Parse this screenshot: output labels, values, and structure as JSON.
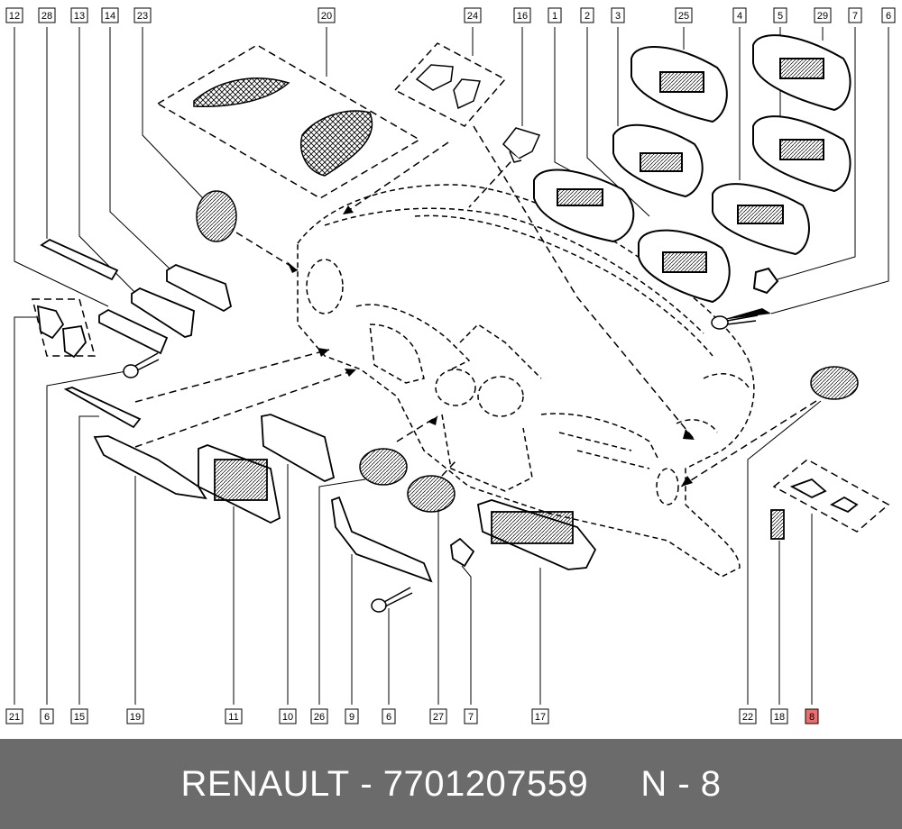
{
  "footer": {
    "brand": "RENAULT",
    "separator": " - ",
    "part_number": "7701207559",
    "position_label": "N - 8"
  },
  "highlight_color": "#f26b6b",
  "callouts": [
    {
      "id": "c12",
      "label": "12"
    },
    {
      "id": "c28",
      "label": "28"
    },
    {
      "id": "c13",
      "label": "13"
    },
    {
      "id": "c14",
      "label": "14"
    },
    {
      "id": "c23",
      "label": "23"
    },
    {
      "id": "c20",
      "label": "20"
    },
    {
      "id": "c24",
      "label": "24"
    },
    {
      "id": "c16",
      "label": "16"
    },
    {
      "id": "c1",
      "label": "1"
    },
    {
      "id": "c2",
      "label": "2"
    },
    {
      "id": "c3",
      "label": "3"
    },
    {
      "id": "c25",
      "label": "25"
    },
    {
      "id": "c4",
      "label": "4"
    },
    {
      "id": "c5",
      "label": "5"
    },
    {
      "id": "c29",
      "label": "29"
    },
    {
      "id": "c7t",
      "label": "7"
    },
    {
      "id": "c6t",
      "label": "6"
    },
    {
      "id": "c21",
      "label": "21"
    },
    {
      "id": "c6a",
      "label": "6"
    },
    {
      "id": "c15",
      "label": "15"
    },
    {
      "id": "c19",
      "label": "19"
    },
    {
      "id": "c11",
      "label": "11"
    },
    {
      "id": "c10",
      "label": "10"
    },
    {
      "id": "c26",
      "label": "26"
    },
    {
      "id": "c9",
      "label": "9"
    },
    {
      "id": "c6b",
      "label": "6"
    },
    {
      "id": "c27",
      "label": "27"
    },
    {
      "id": "c7b",
      "label": "7"
    },
    {
      "id": "c17",
      "label": "17"
    },
    {
      "id": "c22",
      "label": "22"
    },
    {
      "id": "c18",
      "label": "18"
    },
    {
      "id": "c8",
      "label": "8",
      "highlighted": true
    }
  ]
}
